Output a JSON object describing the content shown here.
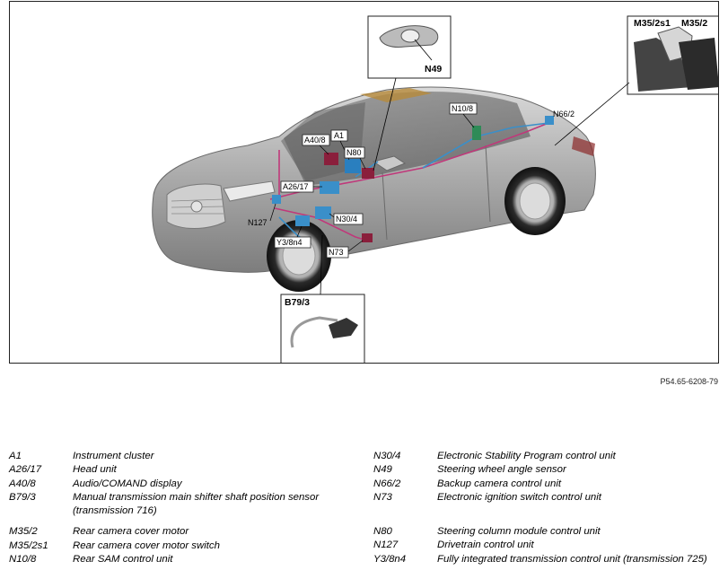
{
  "figure": {
    "labels": {
      "n49": "N49",
      "m35_2s1": "M35/2s1",
      "m35_2": "M35/2",
      "n10_8": "N10/8",
      "n66_2": "N66/2",
      "a40_8": "A40/8",
      "a1": "A1",
      "n80": "N80",
      "a26_17": "A26/17",
      "n127": "N127",
      "n30_4": "N30/4",
      "y3_8n4": "Y3/8n4",
      "n73": "N73",
      "b79_3": "B79/3"
    },
    "figure_id": "P54.65-6208-79"
  },
  "legend": {
    "left": [
      {
        "code": "A1",
        "desc": "Instrument cluster"
      },
      {
        "code": "A26/17",
        "desc": "Head unit"
      },
      {
        "code": "A40/8",
        "desc": "Audio/COMAND display"
      },
      {
        "code": "B79/3",
        "desc": "Manual transmission main shifter shaft position sensor (transmission 716)"
      },
      {
        "code": "M35/2",
        "desc": "Rear camera cover motor"
      },
      {
        "code": "M35/2s1",
        "desc": "Rear camera cover motor switch"
      },
      {
        "code": "N10/8",
        "desc": "Rear SAM control unit"
      }
    ],
    "right": [
      {
        "code": "N30/4",
        "desc": "Electronic Stability Program control unit"
      },
      {
        "code": "N49",
        "desc": "Steering wheel angle sensor"
      },
      {
        "code": "N66/2",
        "desc": "Backup camera control unit"
      },
      {
        "code": "N73",
        "desc": "Electronic ignition switch control unit"
      },
      {
        "code": "N80",
        "desc": "Steering column module control unit"
      },
      {
        "code": "N127",
        "desc": "Drivetrain control unit"
      },
      {
        "code": "Y3/8n4",
        "desc": "Fully integrated transmission control unit (transmission 725)"
      }
    ]
  },
  "colors": {
    "body": "#b9b9b9",
    "wiring": "#c0387a",
    "wiring_blue": "#3a8fc9",
    "component_red": "#8a1f3c",
    "component_blue": "#2a7fbf",
    "component_green": "#2e8b57"
  }
}
